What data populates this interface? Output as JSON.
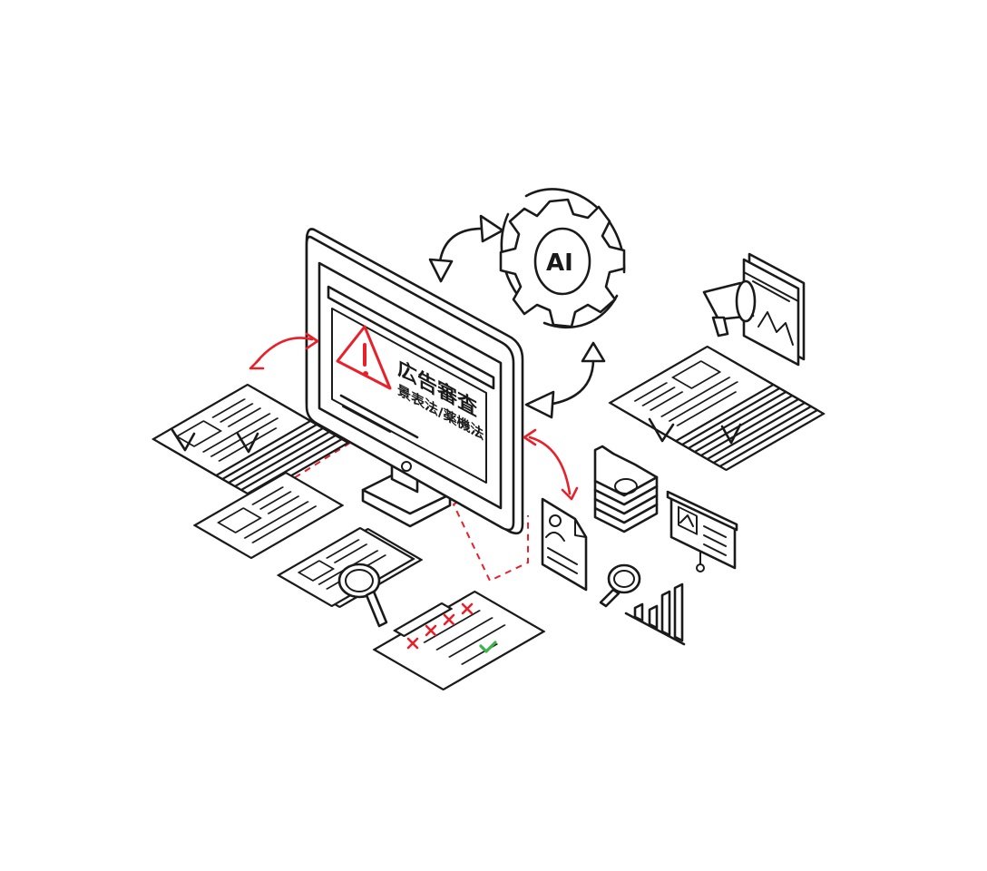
{
  "screen": {
    "title": "広告審査",
    "subtitle": "景表法/薬機法"
  },
  "gear": {
    "label": "AI"
  },
  "colors": {
    "line": "#1a1a1a",
    "accent": "#e8202a",
    "check": "#3cb44b",
    "background": "#ffffff"
  },
  "icons": [
    "warning-icon",
    "ai-gear-icon",
    "megaphone-icon",
    "document-stack-icon",
    "magnifier-icon",
    "checklist-icon",
    "folder-icon",
    "profile-document-icon",
    "presentation-board-icon",
    "bar-chart-icon",
    "exchange-arrow-icon"
  ]
}
